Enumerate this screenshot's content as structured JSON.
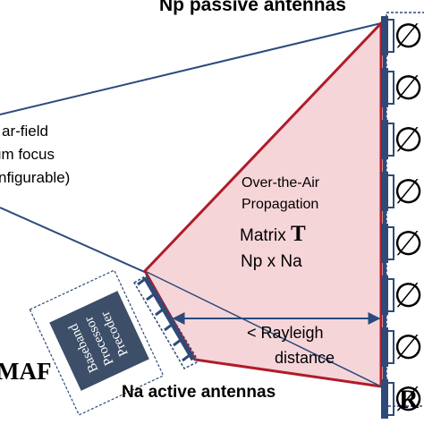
{
  "labels": {
    "top_title": "Np passive antennas",
    "bottom_title": "Na active antennas",
    "left_partial": "MAF",
    "right_partial": "R",
    "far_field_1": "ar-field",
    "far_field_2": "um focus",
    "far_field_3": "nfigurable)",
    "ota_1": "Over-the-Air",
    "ota_2": "Propagation",
    "matrix_word": "Matrix ",
    "matrix_symbol": "T",
    "dims": "Np x Na",
    "rayleigh_1": "< Rayleigh",
    "rayleigh_2": "distance"
  },
  "baseband": {
    "line1": "Baseband",
    "line2": "Processor",
    "line3": "Precoder"
  },
  "colors": {
    "propagation_fill": "#f6d5d9",
    "propagation_border": "#b01c2a",
    "beam_line": "#2a4a7c",
    "baseband_fill": "#3c4e68",
    "antenna_element": "#2e4a78"
  },
  "passive_elements": [
    {
      "symbol": "∅"
    },
    {
      "symbol": "∅"
    },
    {
      "symbol": "∅"
    },
    {
      "symbol": "∅"
    },
    {
      "symbol": "∅"
    },
    {
      "symbol": "∅"
    },
    {
      "symbol": "∅"
    },
    {
      "symbol": "∅"
    }
  ]
}
